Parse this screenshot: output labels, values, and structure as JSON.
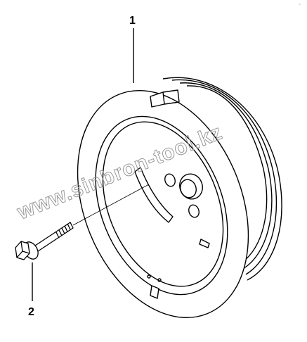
{
  "callouts": {
    "pulley": "1",
    "bolt": "2"
  },
  "watermark": "www.sinbron-tool.kz",
  "corner_mark": "~",
  "colors": {
    "line": "#000000",
    "watermark": "#9a9a9a",
    "background": "#ffffff"
  }
}
